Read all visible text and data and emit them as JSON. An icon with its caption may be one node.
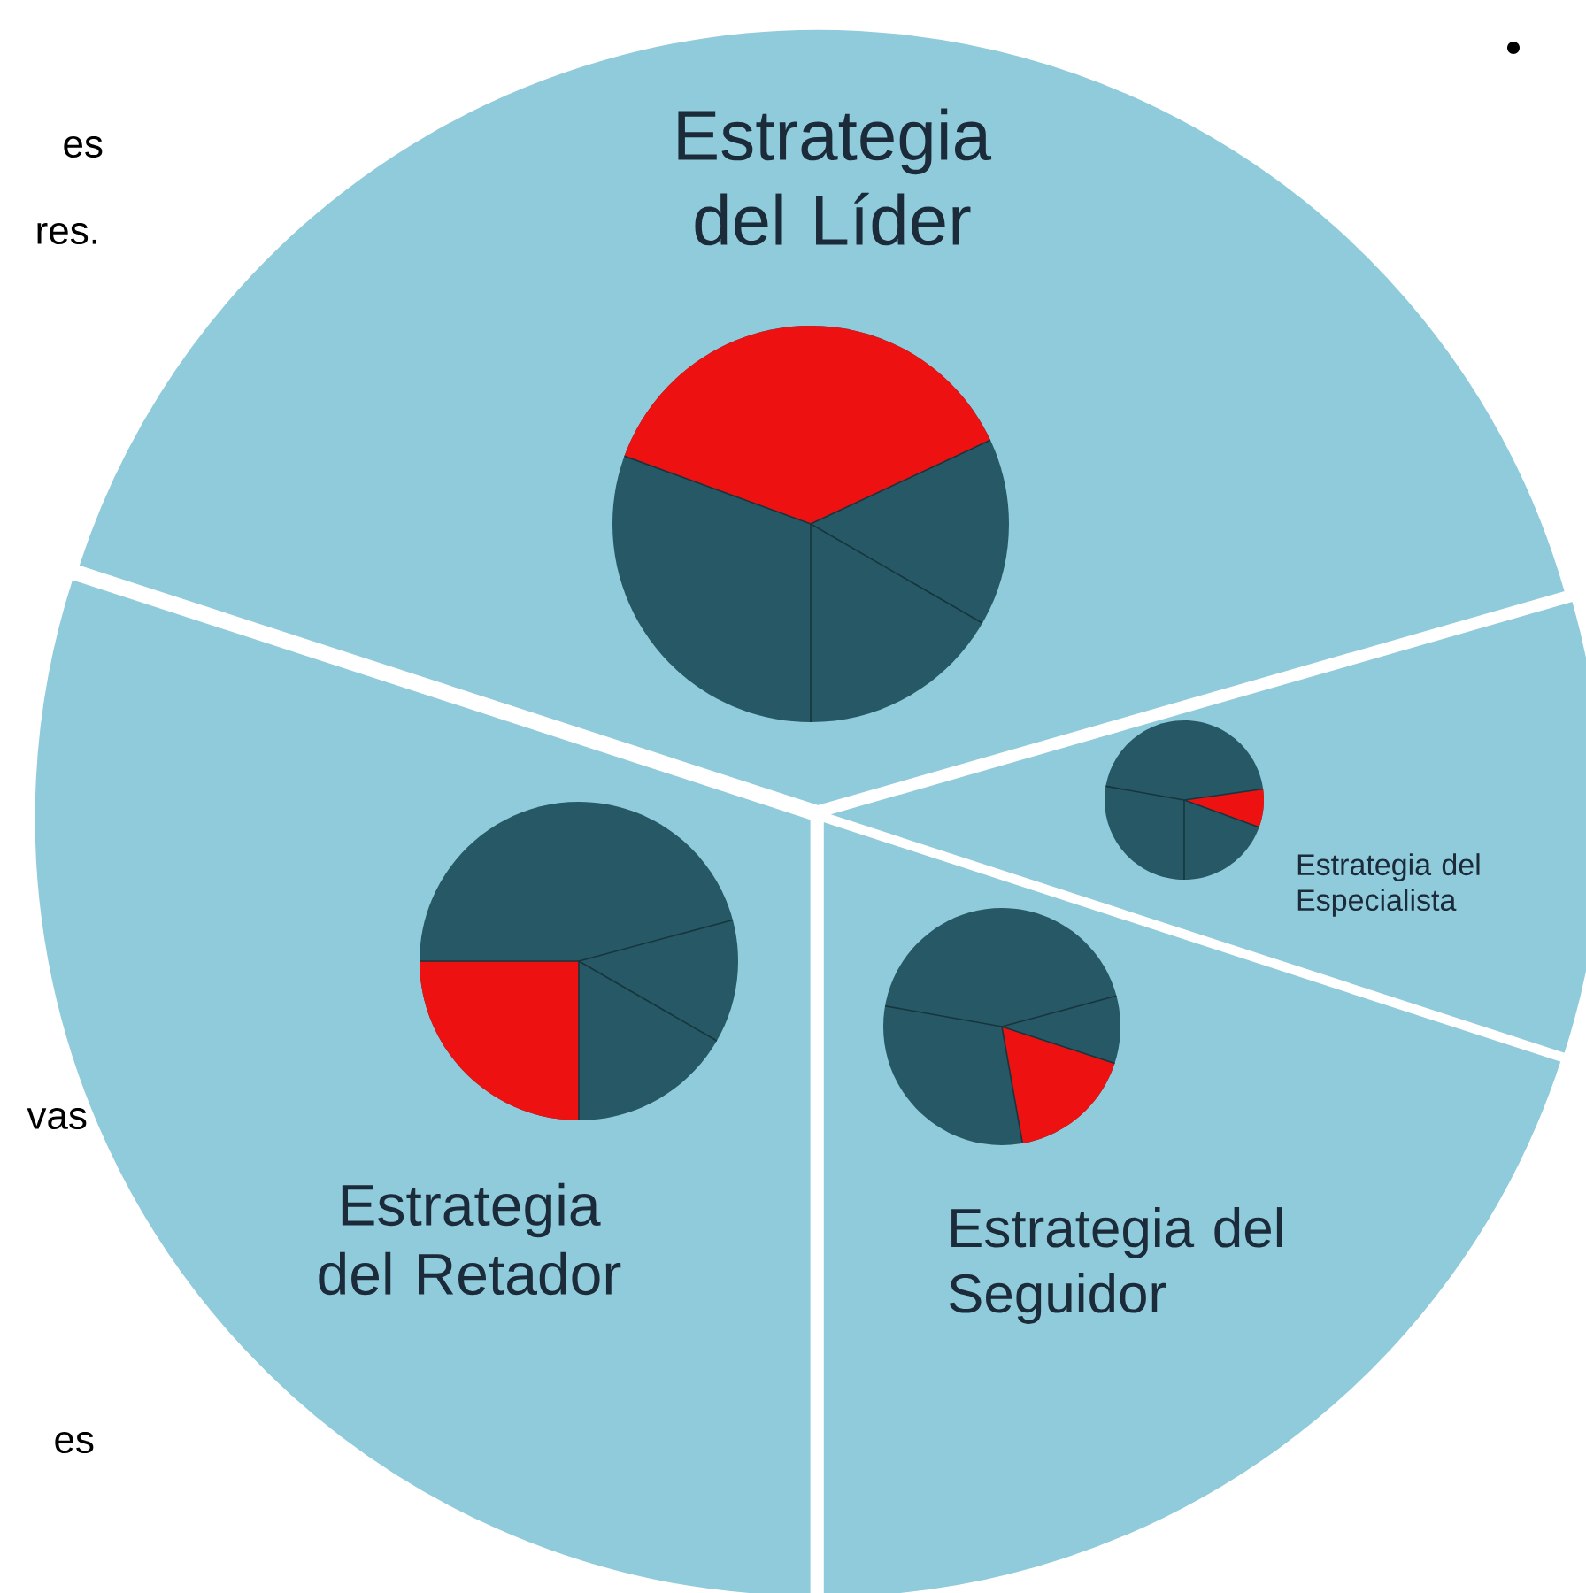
{
  "diagram": {
    "nodes": [
      {
        "text": [
          "Estrategia del Líder"
        ]
      },
      {
        "text": [
          "Estrategia del Especialista"
        ]
      },
      {
        "text": [
          "Estrategia del Retador"
        ]
      },
      {
        "text": [
          "Estrategia del Seguidor"
        ]
      }
    ],
    "labels": [
      "es",
      "res.",
      "vas",
      "es"
    ]
  }
}
